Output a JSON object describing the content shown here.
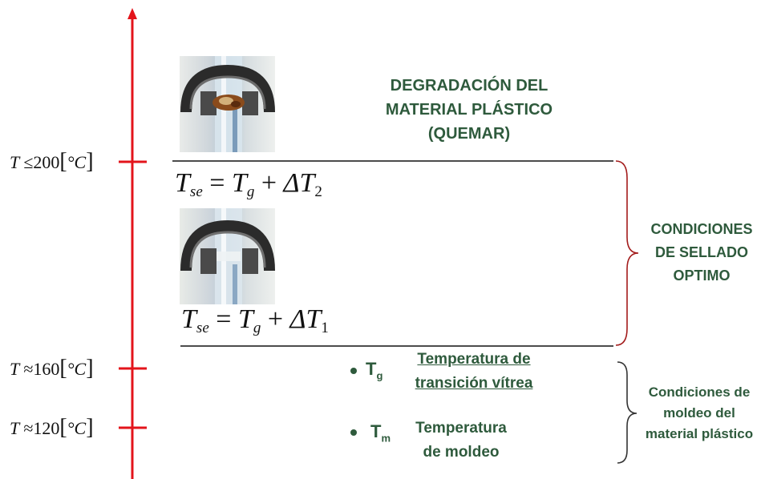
{
  "axis": {
    "color": "#e3141b",
    "ticks": [
      {
        "label_T": "T",
        "label_rel": "≤",
        "label_val": "200",
        "label_unit": "°C"
      },
      {
        "label_T": "T",
        "label_rel": "≈",
        "label_val": "160",
        "label_unit": "°C"
      },
      {
        "label_T": "T",
        "label_rel": "≈",
        "label_val": "120",
        "label_unit": "°C"
      }
    ]
  },
  "top_section": {
    "title_line1": "DEGRADACIÓN DEL",
    "title_line2": "MATERIAL PLÁSTICO",
    "title_line3": "(QUEMAR)"
  },
  "equations": {
    "upper": {
      "T": "T",
      "sub1": "se",
      "eq": "=",
      "T2": "T",
      "sub2": "g",
      "plus": "+",
      "delta": "ΔT",
      "sub3": "2"
    },
    "lower": {
      "T": "T",
      "sub1": "se",
      "eq": "=",
      "T2": "T",
      "sub2": "g",
      "plus": "+",
      "delta": "ΔT",
      "sub3": "1"
    }
  },
  "sealing": {
    "line1": "CONDICIONES",
    "line2": "DE SELLADO",
    "line3": "OPTIMO",
    "brace_color": "#a31c1c"
  },
  "legend": {
    "tg_symbol": "T",
    "tg_sub": "g",
    "tg_text_line1": "Temperatura de",
    "tg_text_line2": "transición vítrea",
    "tm_symbol": "T",
    "tm_sub": "m",
    "tm_text_line1": "Temperatura",
    "tm_text_line2": "de moldeo"
  },
  "molding": {
    "line1": "Condiciones de",
    "line2": "moldeo del",
    "line3": "material plástico"
  },
  "colors": {
    "label_green": "#2e5a3c",
    "line_black": "#111111"
  }
}
